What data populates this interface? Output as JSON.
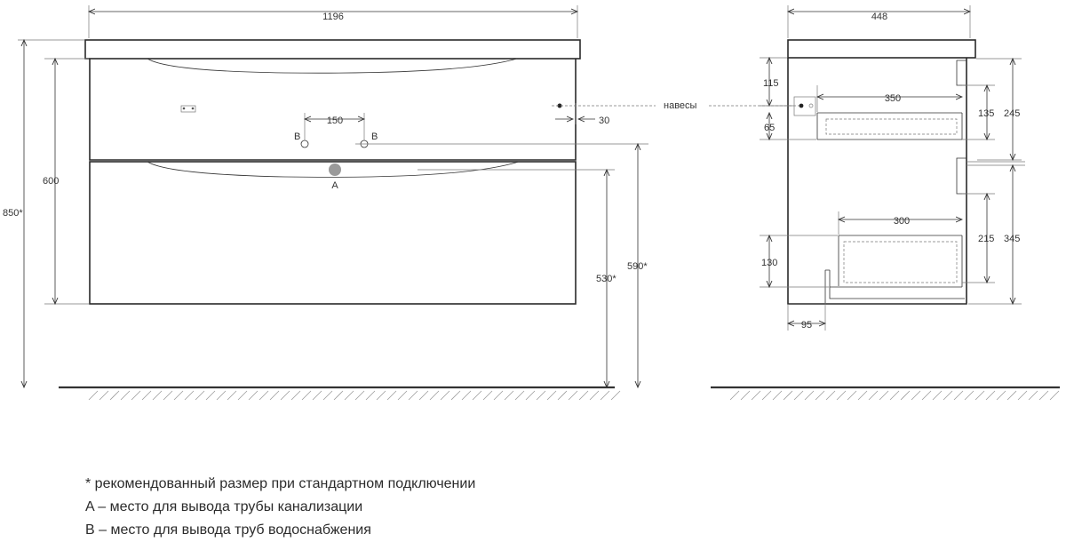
{
  "front_view": {
    "width": "1196",
    "height_body": "600",
    "height_total": "850*",
    "drain_height": "530*",
    "inlet_height": "590*",
    "inlet_spacing": "150",
    "hinge_offset": "30",
    "point_a": "A",
    "point_b_left": "B",
    "point_b_right": "B"
  },
  "side_view": {
    "depth": "448",
    "hinges_label": "навесы",
    "top_gap": "115",
    "top_drawer_depth": "350",
    "top_drawer_height": "135",
    "top_section": "245",
    "drawer_offset": "65",
    "bottom_drawer_depth": "300",
    "bottom_drawer_height": "215",
    "bottom_section": "345",
    "bottom_gap": "130",
    "plinth_offset": "95"
  },
  "legend": {
    "note": "* рекомендованный размер при стандартном подключении",
    "a_desc": "A – место для вывода трубы канализации",
    "b_desc": "B – место для вывода труб водоснабжения"
  }
}
